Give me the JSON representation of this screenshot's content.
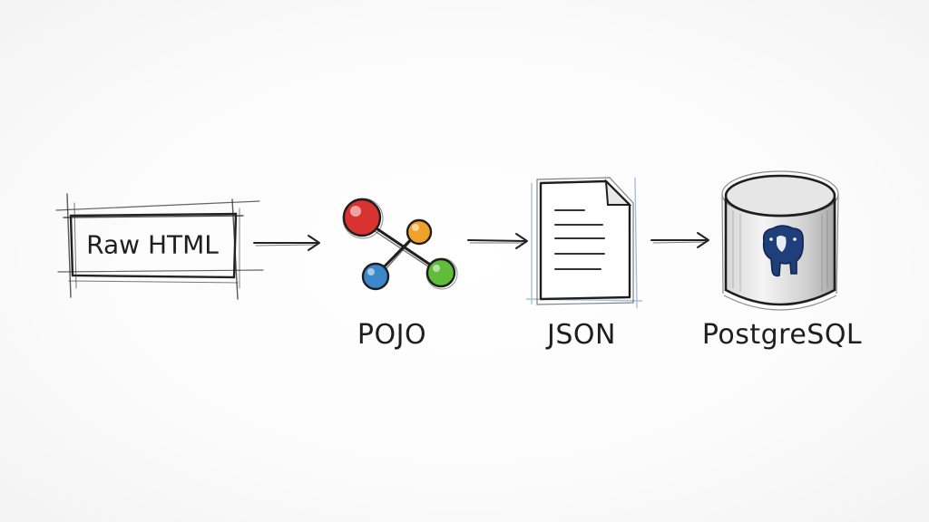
{
  "diagram": {
    "nodes": [
      {
        "id": "raw-html",
        "label": "Raw HTML",
        "icon": "box"
      },
      {
        "id": "pojo",
        "label": "POJO",
        "icon": "object-graph-icon"
      },
      {
        "id": "json",
        "label": "JSON",
        "icon": "document-icon"
      },
      {
        "id": "postgresql",
        "label": "PostgreSQL",
        "icon": "database-icon"
      }
    ],
    "edges": [
      {
        "from": "raw-html",
        "to": "pojo"
      },
      {
        "from": "pojo",
        "to": "json"
      },
      {
        "from": "json",
        "to": "postgresql"
      }
    ],
    "colors": {
      "ink": "#1e1e1e",
      "red": "#d8332e",
      "orange": "#f0a12a",
      "blue": "#3b87cc",
      "green": "#5fbd3a",
      "elephant": "#1f3f7a"
    }
  }
}
